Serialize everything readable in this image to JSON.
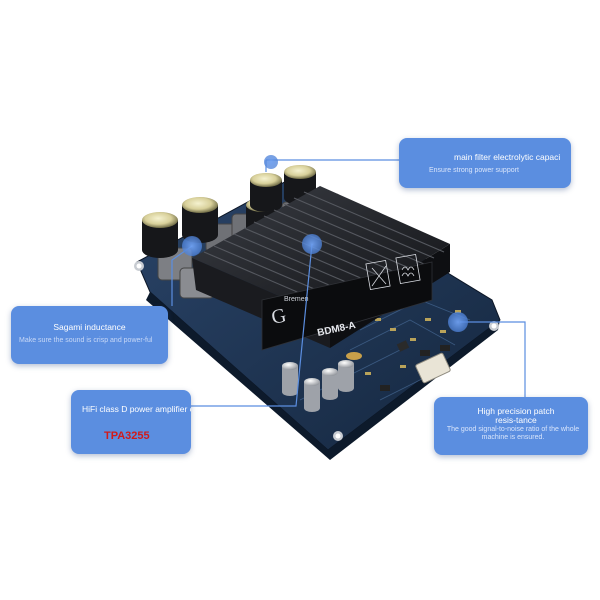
{
  "image": {
    "subject": "TPA3255 class D amplifier board with callouts",
    "background": "#ffffff",
    "accent_color": "#5b8ee0",
    "highlight_color": "#d11a1a",
    "board_color": "#1d3554"
  },
  "board": {
    "model_label": "BDM8-A",
    "heatsink_text": "Bremen"
  },
  "callouts": {
    "capacitor": {
      "title": "main filter electrolytic capaci",
      "subtitle": "Ensure strong power support"
    },
    "inductance": {
      "title": "Sagami inductance",
      "subtitle": "Make sure the sound is crisp and power-ful"
    },
    "amplifier": {
      "title": "HiFi class D power amplifier chi",
      "chip": "TPA3255"
    },
    "resistance": {
      "title": "High precision patch resis-tance",
      "subtitle": "The good signal-to-noise ratio of the whole machine is ensured."
    }
  }
}
